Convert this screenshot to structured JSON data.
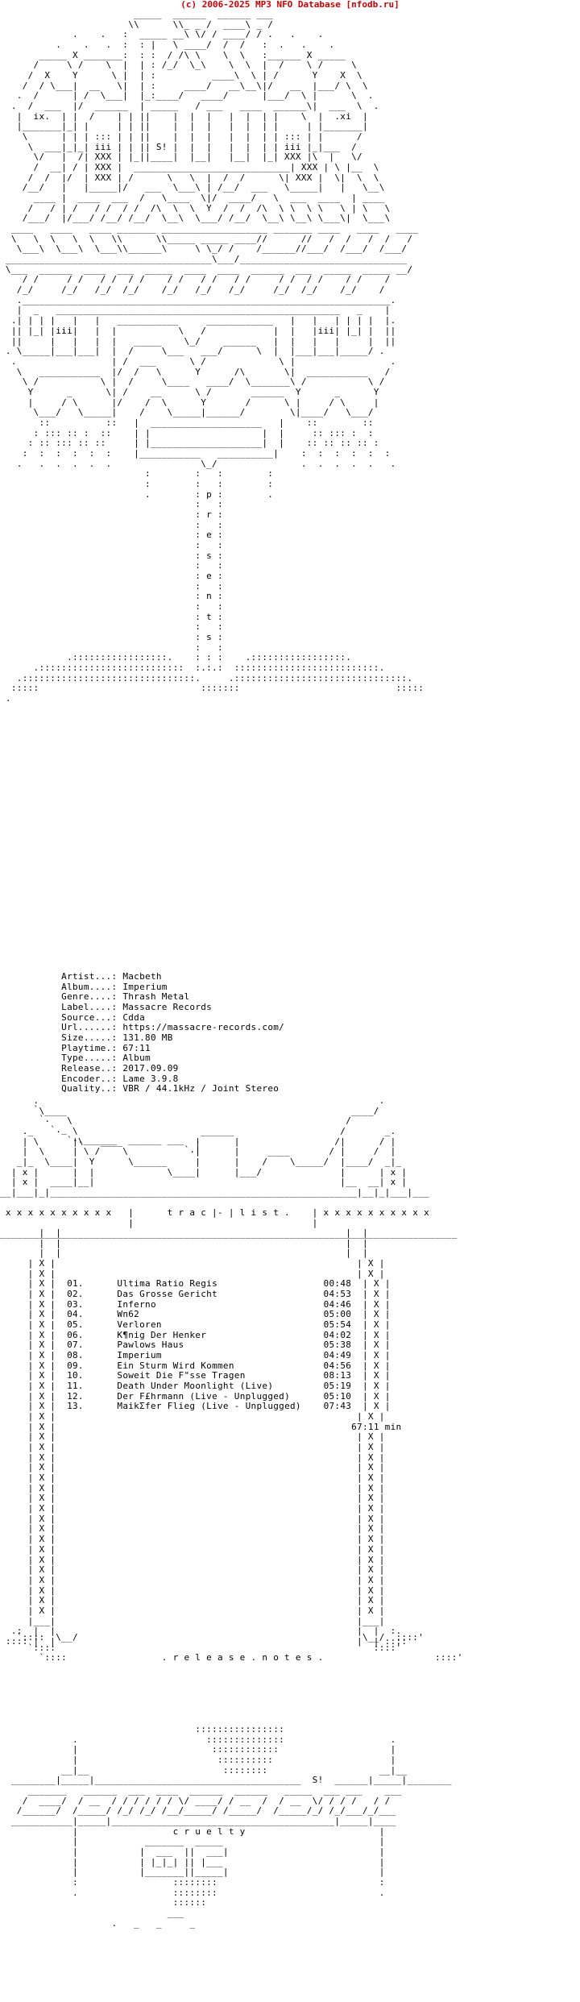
{
  "header": {
    "copyright": "(c) 2006-2025 MP3 NFO Database [nfodb.ru]"
  },
  "art": {
    "top": "                        _____  ______  ______ ___\n                       \\\\      \\\\_ _ /  ____\\ _ /\n             .    .   :  _____ __\\ \\/ / ____/ / .   .    .\n          .    .   .  :  : |   \\ ____/  /  /   :  .   .    .\n       _____ X _______:  : :  / /\\ \\    \\  \\   :______ X _____\n      /     \\ /    \\  |  | : /_/  \\_\\    \\  \\  |  /    \\ /     \\\n     /  X    Y      \\ |  | :          ____\\  \\ | /      Y    X  \\\n    /  / \\___|  __   \\|  | :     ____/   __\\__\\|/   __  |___/ \\  \\\n   .  /      | /  \\___|  |_:____/   ____/      |___/  \\ |      \\  .\n  .  /  ___  |/  ______  | _____   / ___   ____  ______\\|  ___  \\  .\n   |  ix.  | |  /    | | ||    |  |  |   |  |  | |    \\  |  .xi  |\n   |_______|_| |     | | ||    |  |  |   |  |  | |     | |_______|\n    \\      | | | ::: | | ||    |  |  |   |  |  | | ::: | |      /\n     \\  ___|_|_| iii | | || S! |  |  |   |  |  | | iii |_|___  /\n      \\/   |  /| XXX | |_||____|  |__|   |__|  |_| XXX |\\  |   \\/\n      /  __| / | XXX |  ____________________________| XXX | \\ |__  \\\n     /  /  |/  | XXX | /      \\   \\  |  /  /      \\| XXX |  \\|  \\  \\\n    /__/   |   |_____|/   ___  \\___\\ | /__/  ___   \\_____|   |   \\__\\\n      ____ |  ____  ___  /   \\____  \\|/  ____/   \\  ___  ____  | ____\n     /   / | /   / /  / /  /\\  \\  \\  Y  /  /  /\\  \\ \\  \\ \\   \\ | \\   \\\n    /___/  |/___/ /__/ /__/  \\__\\  \\___/ /__/  \\__\\ \\__\\ \\___\\|  \\___\\\n  ____   ____   ____ _______ ___________________ _______ ____   ____   ____\n  \\   \\  \\   \\  \\   \\\\      \\\\_____ _____ ____//      //   /  /   /  /   /\n   \\___\\  \\___\\  \\___\\\\______\\     \\ \\_/ /    /______//___/  /___/  /___/\n _____________________________________\\___/______________________________\n \\___  ______  ____  ___  _____  ____  ____  ______  ___  _____  _____ __/\n    / /     / /   / /  / /    / /   / /   / /     / /  / /    / /    /\n   /_/     /_/   /_/  /_/    /_/   /_/   /_/     /_/  /_/    /_/    /\n   .__________________________________________________________________.\n   |  _   ___________________________________________________   _    |\n  .| | | |   |   |   ___________     ____________   |   |   | | | |  |.\n  || |_| |iii|   |  |           \\   /            |  |   |iii| |_| |  ||\n  ||     |   |   |  |   _____    \\_/    ______   |  |   |   |     |  ||\n . \\_____|___|___|  |  /     \\___   ___/      \\  |  |___|___|_____/ .\n  .                 | /  ___      \\ /             \\ |                 .\n   \\   ___________  |/  /   \\      Y      /\\       \\|  ___________   /\n    \\ /           \\ |  /     \\____   ____/  \\_______\\ /           \\ /\n     Y      _      \\| /    __      \\ /       ______  Y      _      Y\n     |     / \\      |/    /  \\      Y       /      \\ |     / \\     |\n      \\___/   \\_____|    /    \\_____|______/        \\|____/   \\___/\n       ::          ::   |  ____________________   |    ::        ::\n      : ::: :: :  ::    | |                    |  |     :: ::: :  :\n     : :: ::: :: ::     | |____________________|  |    :: :: :: :: :\n    :  :  :  :  :  :    |___________   __________|    :  :  :  :  :  :\n   .   .  .  .  .  .                \\_/               .  .  .  .  .   .\n                          :        :   :        :\n                          :        :   :        :\n                          .        : p :        .\n                                   :   :\n                                   : r :\n                                   :   :\n                                   : e :\n                                   :   :\n                                   : s :\n                                   :   :\n                                   : e :\n                                   :   :\n                                   : n :\n                                   :   :\n                                   : t :\n                                   :   :\n                                   : s :\n                                   :   :\n            .:::::::::::::::::.    : : :    .:::::::::::::::::.\n      .::::::::::::::::::::::::::  :.:.:  ::::::::::::::::::::::::::.\n   .:::::::::::::::::::::::::::::::.     .:::::::::::::::::::::::::::::::.\n  :::::                             :::::::                            :::::\n .",
    "decor1": "\n\n\n\n\n\n\n\n\n\n\n\n\n",
    "tracklist_frame_top": "      .                                                             .\n       \\____                                                   ____/\n            \\                                                 /\n    ._       \\                      ______                   /       _.\n    | \\      |\\   ____             |      |                 /|      / |\n    |  \\     | \\ /    \\            |      |     ____       / |     /  |\n   _|_  \\____|  Y      \\______     |      |    /    \\_____/  |____/  _|_\n  | x |      |  |             \\____|      |___/              |      | x |\n  | x |  ____|__|                                            |__  __| x |\n__|___|_|_______________________________________________________|__|_|___|___\n\n x x x x x x x x x x   |      t r a c |- | l i s t .    | x x x x x x x x x x\n                       |                                |\n__________________________________________________________________________________"
  },
  "info": [
    {
      "label": "Artist...:",
      "value": "Macbeth"
    },
    {
      "label": "Album....:",
      "value": "Imperium"
    },
    {
      "label": "Genre....:",
      "value": "Thrash Metal"
    },
    {
      "label": "Label....:",
      "value": "Massacre Records"
    },
    {
      "label": "Source...:",
      "value": "Cdda"
    },
    {
      "label": "Url......:",
      "value": "https://massacre-records.com/"
    },
    {
      "label": "Size.....:",
      "value": "131.80 MB"
    },
    {
      "label": "Playtime.:",
      "value": "67:11"
    },
    {
      "label": "Type.....:",
      "value": "Album"
    },
    {
      "label": "Release..:",
      "value": "2017.09.09"
    },
    {
      "label": "Encoder..:",
      "value": "Lame 3.9.8"
    },
    {
      "label": "Quality..:",
      "value": "VBR / 44.1kHz / Joint Stereo"
    }
  ],
  "tracks": [
    {
      "num": "01.",
      "title": "Ultima Ratio Regis",
      "time": "00:48"
    },
    {
      "num": "02.",
      "title": "Das Grosse Gericht",
      "time": "04:53"
    },
    {
      "num": "03.",
      "title": "Inferno",
      "time": "04:46"
    },
    {
      "num": "04.",
      "title": "Wn62",
      "time": "05:00"
    },
    {
      "num": "05.",
      "title": "Verloren",
      "time": "05:54"
    },
    {
      "num": "06.",
      "title": "K¶nig Der Henker",
      "time": "04:02"
    },
    {
      "num": "07.",
      "title": "Pawlows Haus",
      "time": "05:38"
    },
    {
      "num": "08.",
      "title": "Imperium",
      "time": "04:49"
    },
    {
      "num": "09.",
      "title": "Ein Sturm Wird Kommen",
      "time": "04:56"
    },
    {
      "num": "10.",
      "title": "Soweit Die F\"sse Tragen",
      "time": "08:13"
    },
    {
      "num": "11.",
      "title": "Death Under Moonlight (Live)",
      "time": "05:19"
    },
    {
      "num": "12.",
      "title": "Der F£hrmann (Live - Unplugged)",
      "time": "05:10"
    },
    {
      "num": "13.",
      "title": "MaikΣfer Flieg (Live - Unplugged)",
      "time": "07:43"
    }
  ],
  "total_time": "67:11 min",
  "release_notes_label": ". r e l e a s e . n o t e s .",
  "footer": {
    "signature": "S!",
    "cruelty": "c r u e l t y"
  }
}
